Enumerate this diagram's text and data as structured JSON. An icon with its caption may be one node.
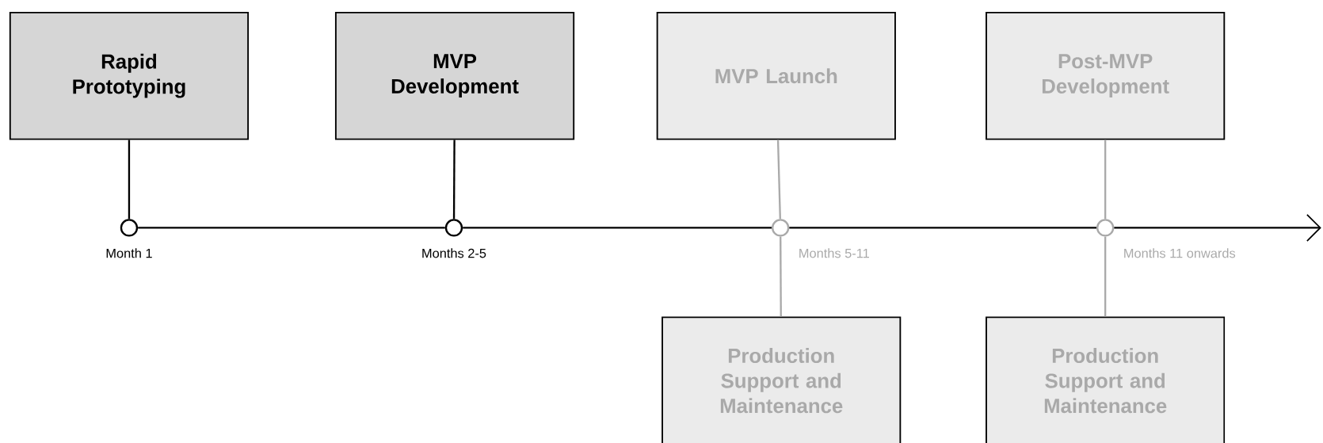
{
  "diagram": {
    "nodes": [
      {
        "text": [
          "Rapid Prototyping"
        ]
      },
      {
        "text": [
          "MVP Development"
        ]
      },
      {
        "text": [
          "MVP Launch"
        ]
      },
      {
        "text": [
          "Post-MVP Development"
        ]
      },
      {
        "text": [],
        "shape": "circle",
        "beside": [
          "Month 1"
        ]
      },
      {
        "text": [],
        "shape": "circle",
        "beside": [
          "Months 2-5"
        ]
      },
      {
        "text": [],
        "shape": "circle",
        "beside": [
          "Months 5-11"
        ]
      },
      {
        "text": [],
        "shape": "circle",
        "beside": [
          "Months 11 onwards"
        ]
      },
      {
        "text": [
          "Production Support and Maintenance"
        ]
      },
      {
        "text": [
          "Production Support and Maintenance"
        ]
      }
    ],
    "edges": [
      {
        "from": 0,
        "to": 4,
        "arrow": "none"
      },
      {
        "from": 1,
        "to": 5,
        "arrow": "none"
      },
      {
        "from": 2,
        "to": 6,
        "arrow": "none",
        "color": "#aaaaaa"
      },
      {
        "from": 3,
        "to": 7,
        "arrow": "none",
        "color": "#aaaaaa"
      },
      {
        "from": 6,
        "to": 8,
        "arrow": "none",
        "color": "#aaaaaa"
      },
      {
        "from": 7,
        "to": 9,
        "arrow": "none",
        "color": "#aaaaaa"
      },
      {
        "from": 4,
        "to": 5,
        "arrow": "none"
      },
      {
        "from": 5,
        "to": 6,
        "arrow": "none"
      },
      {
        "from": 6,
        "to": 7,
        "arrow": "none"
      },
      {
        "from": 7,
        "to": null,
        "arrow": "to"
      }
    ]
  }
}
